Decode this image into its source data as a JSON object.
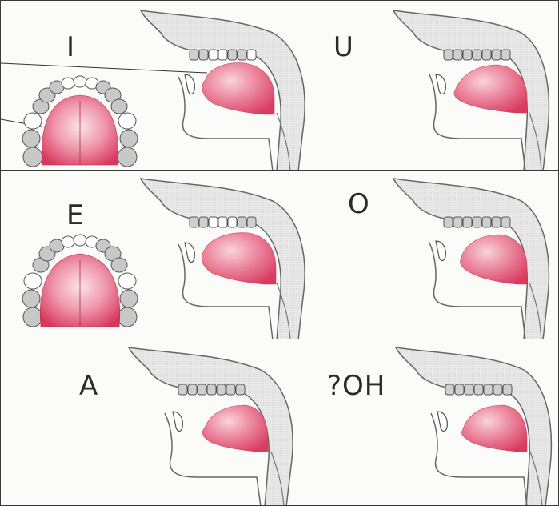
{
  "panels": [
    {
      "id": "I",
      "label": "I",
      "has_palate_view": true
    },
    {
      "id": "U",
      "label": "U",
      "has_palate_view": false
    },
    {
      "id": "E",
      "label": "E",
      "has_palate_view": true
    },
    {
      "id": "O",
      "label": "O",
      "has_palate_view": false
    },
    {
      "id": "A",
      "label": "A",
      "has_palate_view": false
    },
    {
      "id": "OH",
      "label": "?OH",
      "has_palate_view": false
    }
  ],
  "colors": {
    "tongue": "#e0516f",
    "tongue_light": "#f4b8c6",
    "outline": "#555555",
    "palate_fill": "#e6e6e6",
    "teeth": "#bdbdbd"
  }
}
